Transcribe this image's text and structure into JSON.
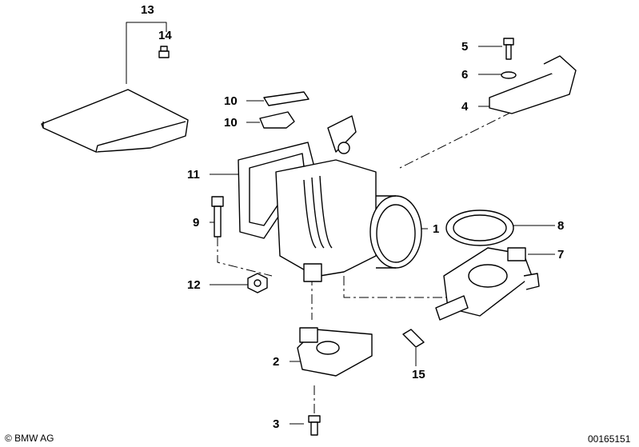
{
  "callouts": {
    "c1": "1",
    "c2": "2",
    "c3": "3",
    "c4": "4",
    "c5": "5",
    "c6": "6",
    "c7": "7",
    "c8": "8",
    "c9": "9",
    "c10a": "10",
    "c10b": "10",
    "c11": "11",
    "c12": "12",
    "c13": "13",
    "c14": "14",
    "c15": "15"
  },
  "footer": {
    "copyright": "© BMW AG",
    "diagram_id": "00165151"
  }
}
